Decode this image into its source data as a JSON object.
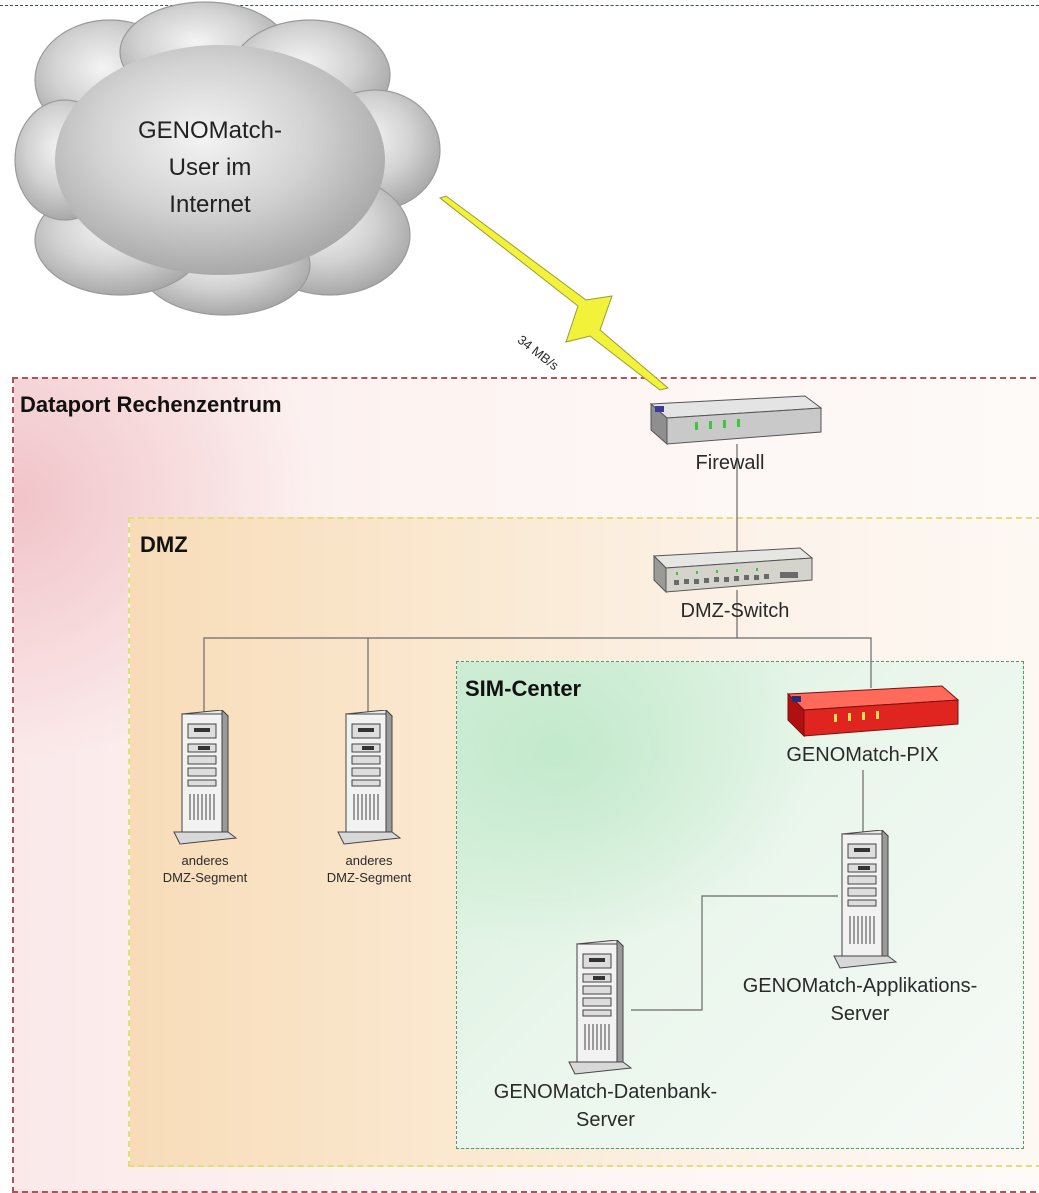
{
  "cloud": {
    "lines": [
      "GENOMatch-",
      "User im",
      "Internet"
    ]
  },
  "link": {
    "speed": "34 MB/s"
  },
  "zones": {
    "dataport": "Dataport Rechenzentrum",
    "dmz": "DMZ",
    "sim": "SIM-Center"
  },
  "devices": {
    "firewall": "Firewall",
    "dmz_switch": "DMZ-Switch",
    "pix": "GENOMatch-PIX",
    "segment_1": [
      "anderes",
      "DMZ-Segment"
    ],
    "segment_2": [
      "anderes",
      "DMZ-Segment"
    ],
    "app_server": [
      "GENOMatch-Applikations-",
      "Server"
    ],
    "db_server": [
      "GENOMatch-Datenbank-",
      "Server"
    ]
  },
  "colors": {
    "dataport_border": "#b0525a",
    "dmz_border": "#e0e07a",
    "sim_border": "#5a9a6a",
    "pix": "#e0241f",
    "lightning": "#f2f23a"
  }
}
